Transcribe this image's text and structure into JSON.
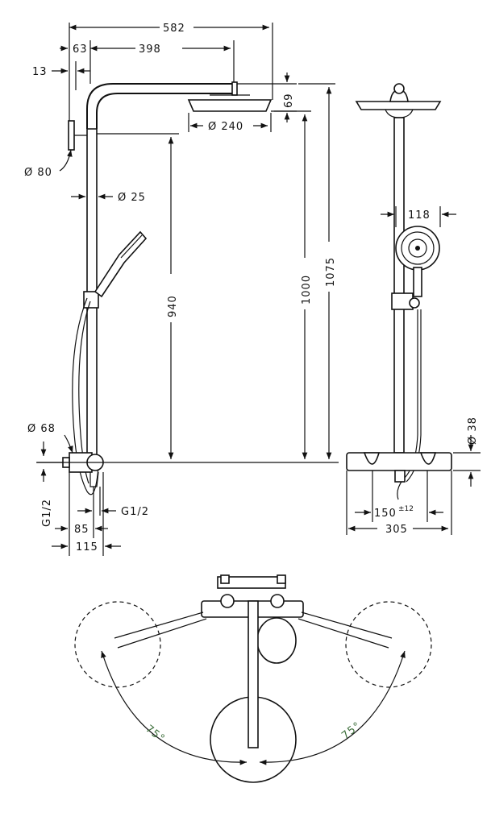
{
  "dimensions": {
    "total_projection": "582",
    "wall_offset": "63",
    "arm_length": "398",
    "wall_gap": "13",
    "arm_rise": "69",
    "overhead_diameter": "Ø 240",
    "wall_flange_diameter": "Ø 80",
    "pipe_diameter": "Ø 25",
    "height_940": "940",
    "height_1000": "1000",
    "height_1075": "1075",
    "handshower_width": "118",
    "thermostat_diameter": "Ø 38",
    "connection_spacing": "150",
    "connection_tolerance": "±12",
    "total_width": "305",
    "rosette_diameter": "Ø 68",
    "wall_thread": "G1/2",
    "outlet_thread": "G1/2",
    "depth_85": "85",
    "depth_115": "115",
    "angle_left": "75°",
    "angle_right": "75°"
  },
  "colors": {
    "line": "#111111",
    "angle_label": "#3c6e3a",
    "background": "#ffffff"
  }
}
